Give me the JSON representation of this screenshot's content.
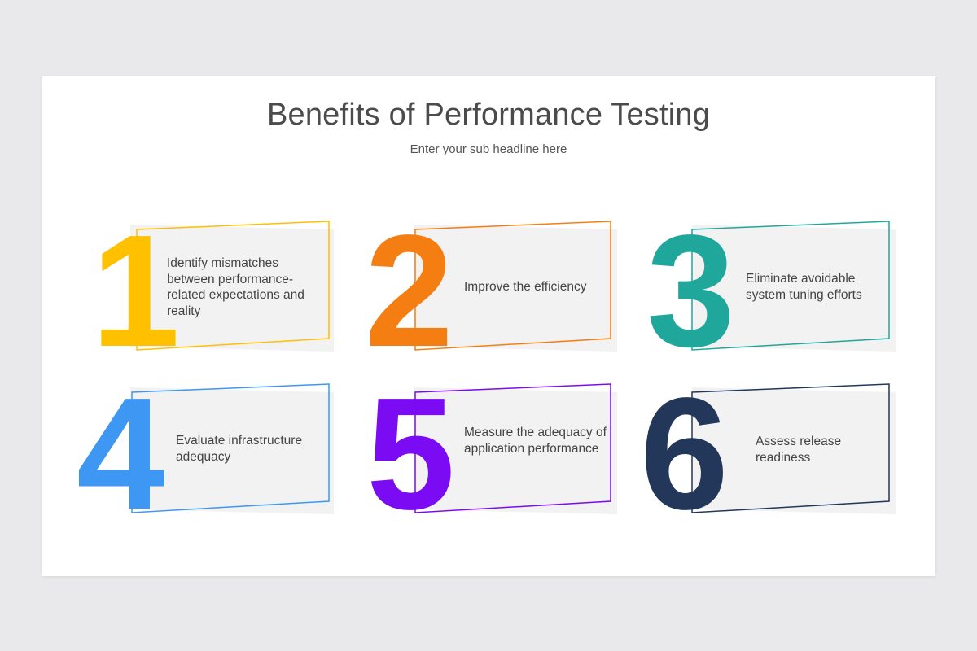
{
  "header": {
    "title": "Benefits of Performance Testing",
    "subtitle": "Enter your sub headline here"
  },
  "items": [
    {
      "number": "1",
      "text": "Identify mismatches between performance-related expectations and reality",
      "color": "#FFC000"
    },
    {
      "number": "2",
      "text": "Improve the efficiency",
      "color": "#F57E12"
    },
    {
      "number": "3",
      "text": "Eliminate avoidable system tuning efforts",
      "color": "#1FA79C"
    },
    {
      "number": "4",
      "text": "Evaluate infrastructure adequacy",
      "color": "#3D97F3"
    },
    {
      "number": "5",
      "text": "Measure the adequacy of application performance",
      "color": "#7A0BF2"
    },
    {
      "number": "6",
      "text": "Assess release readiness",
      "color": "#22375A"
    }
  ],
  "colors": {
    "card_fill": "#F2F2F2",
    "background": "#E9E8EA"
  }
}
